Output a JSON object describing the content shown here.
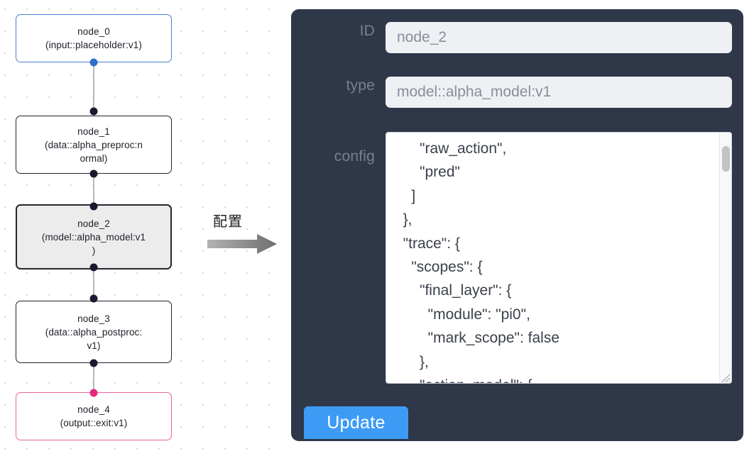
{
  "canvas": {
    "name": "graph-canvas",
    "nodes": [
      {
        "id": "node_0",
        "label": "node_0\n(input::placeholder:v1)",
        "kind": "input",
        "selected": false,
        "border_color": "#4a7fd0"
      },
      {
        "id": "node_1",
        "label": "node_1\n(data::alpha_preproc:n\normal)",
        "kind": "default",
        "selected": false,
        "border_color": "#22222e"
      },
      {
        "id": "node_2",
        "label": "node_2\n(model::alpha_model:v1\n)",
        "kind": "model",
        "selected": true,
        "border_color": "#26262f",
        "fill_color": "#ececec"
      },
      {
        "id": "node_3",
        "label": "node_3\n(data::alpha_postproc:\nv1)",
        "kind": "default",
        "selected": false,
        "border_color": "#22222e"
      },
      {
        "id": "node_4",
        "label": "node_4\n(output::exit:v1)",
        "kind": "output",
        "selected": false,
        "border_color": "#e8639f"
      }
    ],
    "edges": [
      {
        "from": "node_0",
        "to": "node_1"
      },
      {
        "from": "node_1",
        "to": "node_2"
      },
      {
        "from": "node_2",
        "to": "node_3"
      },
      {
        "from": "node_3",
        "to": "node_4"
      }
    ],
    "port_colors": {
      "default": "#1a1a2e",
      "input_source": "#2f6ecc",
      "output_target": "#e8277f"
    },
    "edge_color": "#b6b9be",
    "dot_grid_color": "#d5d7db"
  },
  "annotation": {
    "label": "配置",
    "arrow_direction": "right",
    "arrow_color": "#8a8a8a"
  },
  "panel": {
    "background_color": "#2e3849",
    "fields": {
      "id": {
        "label": "ID",
        "value": "node_2",
        "placeholder": "node_2"
      },
      "type": {
        "label": "type",
        "value": "model::alpha_model:v1",
        "placeholder": "model::alpha_model:v1"
      },
      "config": {
        "label": "config",
        "value": "      \"raw_action\",\n      \"pred\"\n    ]\n  },\n  \"trace\": {\n    \"scopes\": {\n      \"final_layer\": {\n        \"module\": \"pi0\",\n        \"mark_scope\": false\n      },\n      \"action_model\": {",
        "scroll_position": "middle"
      }
    },
    "update_button": {
      "label": "Update",
      "color": "#3d9bf6"
    }
  }
}
